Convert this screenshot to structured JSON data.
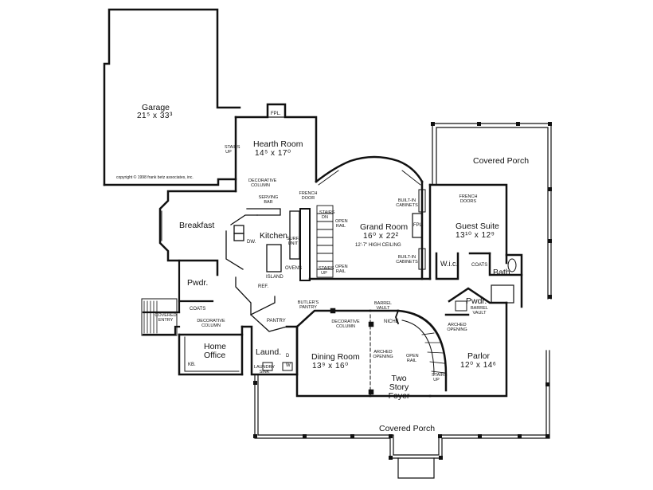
{
  "plan": {
    "copyright": "copyright © 1998 frank betz associates, inc.",
    "rooms": {
      "garage": {
        "name": "Garage",
        "dims": "21⁵ x 33³"
      },
      "hearth": {
        "name": "Hearth Room",
        "dims": "14⁵ x 17⁰"
      },
      "breakfast": {
        "name": "Breakfast"
      },
      "kitchen": {
        "name": "Kitchen"
      },
      "grand": {
        "name": "Grand Room",
        "dims": "16⁰ x 22²",
        "ceiling": "12'-7\" HIGH CEILING"
      },
      "guest": {
        "name": "Guest Suite",
        "dims": "13¹⁰ x 12⁹"
      },
      "porch_top": {
        "name": "Covered Porch"
      },
      "porch_bottom": {
        "name": "Covered Porch"
      },
      "pwdr_left": {
        "name": "Pwdr."
      },
      "pwdr_right": {
        "name": "Pwdr."
      },
      "wic": {
        "name": "W.i.c."
      },
      "bath": {
        "name": "Bath"
      },
      "office": {
        "name": "Home Office"
      },
      "laund": {
        "name": "Laund."
      },
      "dining": {
        "name": "Dining Room",
        "dims": "13⁹ x 16⁰"
      },
      "foyer": {
        "name": "Two Story Foyer"
      },
      "parlor": {
        "name": "Parlor",
        "dims": "12⁰ x 14⁶"
      },
      "pantry": {
        "name": "PANTRY"
      }
    },
    "notes": {
      "fpl_hearth": "FPL.",
      "fpl_grand": "FPL.",
      "stairs_garage": "STAIRS UP",
      "decorative_column_hearth": "DECORATIVE COLUMN",
      "french_door": "FRENCH DOOR",
      "serving_bar": "SERVING BAR",
      "ref": "REF.",
      "dw": "DW.",
      "island": "ISLAND",
      "surf_unit": "SURF. UNIT",
      "ovens": "OVENS",
      "open_rail_1": "OPEN RAIL",
      "open_rail_2": "OPEN RAIL",
      "stairs_dn": "STAIRS DN",
      "stairs_up_mid": "STAIRS UP",
      "builtin_1": "BUILT-IN CABINETS",
      "builtin_2": "BUILT-IN CABINETS",
      "french_doors": "FRENCH DOORS",
      "coats_guest": "COATS",
      "coats_left": "COATS",
      "barrel_vault_1": "BARREL VAULT",
      "barrel_vault_2": "BARREL VAULT",
      "butlers_pantry": "BUTLER'S PANTRY",
      "covered_entry": "COVERED ENTRY",
      "decorative_column_left": "DECORATIVE COLUMN",
      "decorative_column_dining": "DECORATIVE COLUMN",
      "niche": "NICHE",
      "arched_opening_parlor": "ARCHED OPENING",
      "arched_opening_dining": "ARCHED OPENING",
      "open_rail_foyer": "OPEN RAIL",
      "stairs_up_foyer": "STAIRS UP",
      "laundry_sink": "LAUNDRY SINK",
      "w": "W",
      "d": "D",
      "kb": "KB."
    }
  }
}
